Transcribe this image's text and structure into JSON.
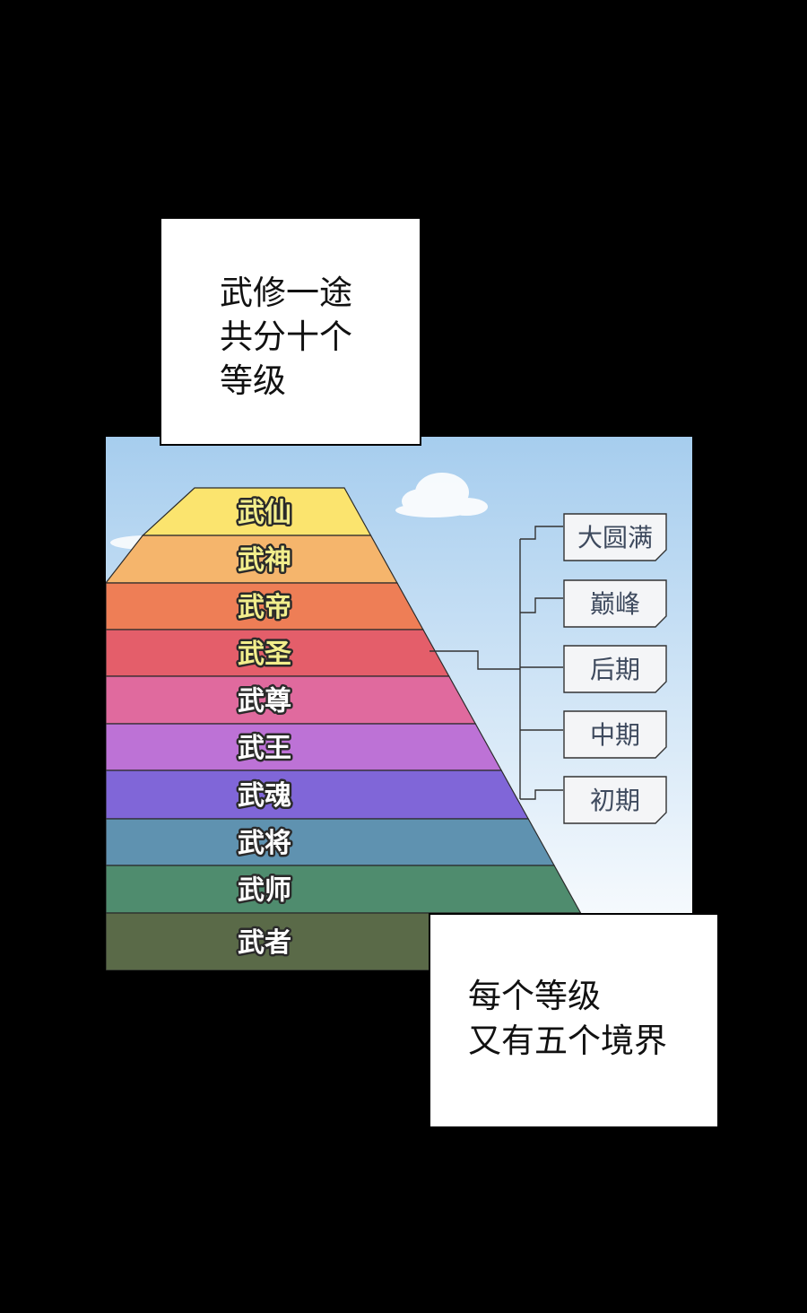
{
  "captions": {
    "top": [
      "武修一途",
      "共分十个",
      "等级"
    ],
    "bottom": [
      "每个等级",
      "又有五个境界"
    ]
  },
  "levels": [
    {
      "label": "武仙",
      "color": "#fbe46e",
      "text_color": "#f2ee8c"
    },
    {
      "label": "武神",
      "color": "#f5b56c",
      "text_color": "#f2ee8c"
    },
    {
      "label": "武帝",
      "color": "#ee7e56",
      "text_color": "#f2ee8c"
    },
    {
      "label": "武圣",
      "color": "#e45e6a",
      "text_color": "#f2ee8c"
    },
    {
      "label": "武尊",
      "color": "#e06a9e",
      "text_color": "#ffffff"
    },
    {
      "label": "武王",
      "color": "#bd72d6",
      "text_color": "#ffffff"
    },
    {
      "label": "武魂",
      "color": "#8066d8",
      "text_color": "#ffffff"
    },
    {
      "label": "武将",
      "color": "#5f92b0",
      "text_color": "#ffffff"
    },
    {
      "label": "武师",
      "color": "#4f8c6e",
      "text_color": "#ffffff"
    },
    {
      "label": "武者",
      "color": "#5a6a48",
      "text_color": "#ffffff"
    }
  ],
  "stages": [
    "大圆满",
    "巅峰",
    "后期",
    "中期",
    "初期"
  ],
  "colors": {
    "sky_top": "#a6cdee",
    "sky_bottom": "#ffffff",
    "page_background": "#000000"
  }
}
